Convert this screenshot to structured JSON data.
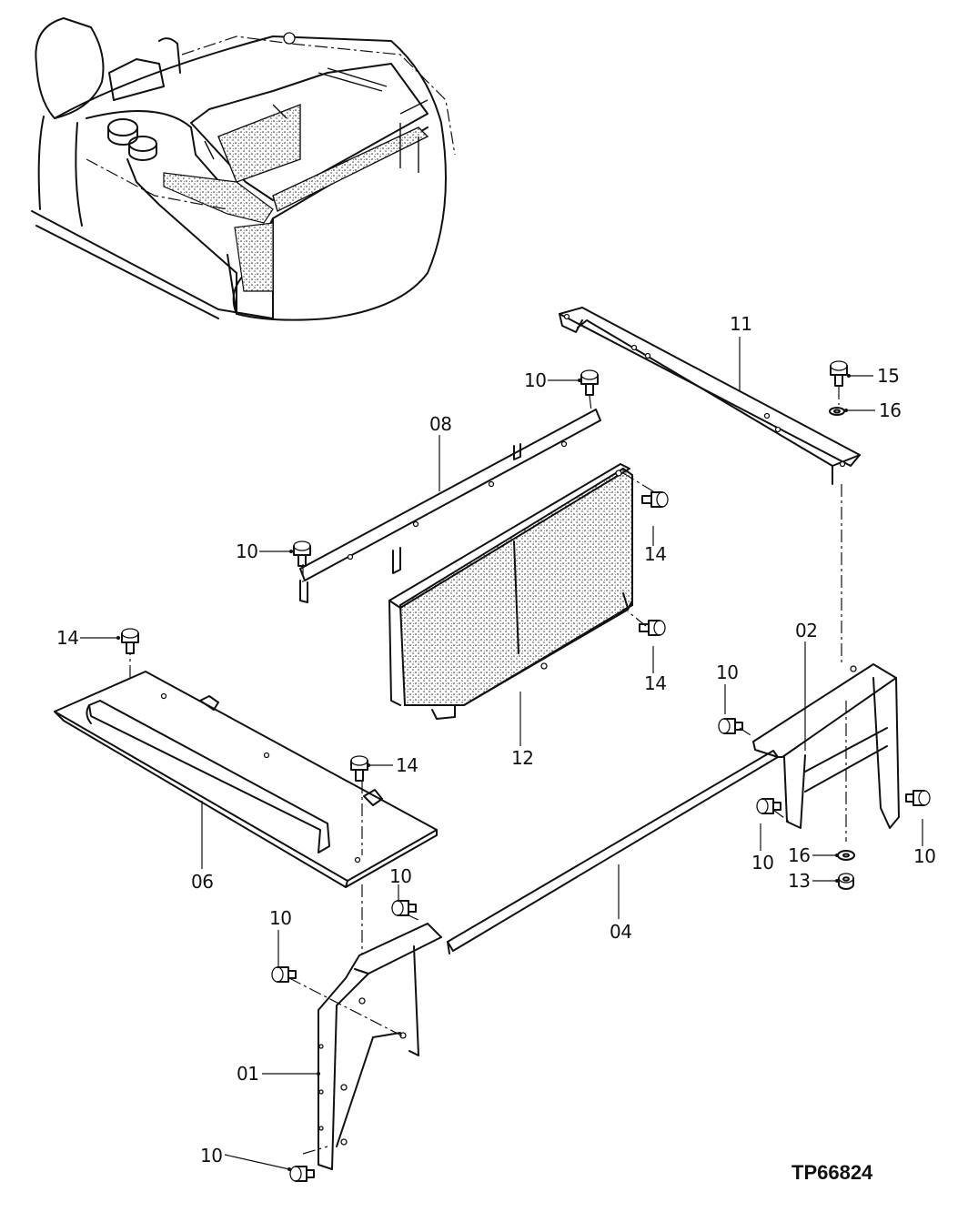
{
  "drawing_code": "TP66824",
  "callouts": [
    {
      "id": "c11a",
      "label": "11"
    },
    {
      "id": "c15",
      "label": "15"
    },
    {
      "id": "c16a",
      "label": "16"
    },
    {
      "id": "c10a",
      "label": "10"
    },
    {
      "id": "c08",
      "label": "08"
    },
    {
      "id": "c14a",
      "label": "14"
    },
    {
      "id": "c10b",
      "label": "10"
    },
    {
      "id": "c14b",
      "label": "14"
    },
    {
      "id": "c14c",
      "label": "14"
    },
    {
      "id": "c12",
      "label": "12"
    },
    {
      "id": "c14d",
      "label": "14"
    },
    {
      "id": "c02",
      "label": "02"
    },
    {
      "id": "c10c",
      "label": "10"
    },
    {
      "id": "c06",
      "label": "06"
    },
    {
      "id": "c10d",
      "label": "10"
    },
    {
      "id": "c16b",
      "label": "16"
    },
    {
      "id": "c10e",
      "label": "10"
    },
    {
      "id": "c13",
      "label": "13"
    },
    {
      "id": "c10f",
      "label": "10"
    },
    {
      "id": "c04",
      "label": "04"
    },
    {
      "id": "c10g",
      "label": "10"
    },
    {
      "id": "c01",
      "label": "01"
    },
    {
      "id": "c10h",
      "label": "10"
    }
  ]
}
